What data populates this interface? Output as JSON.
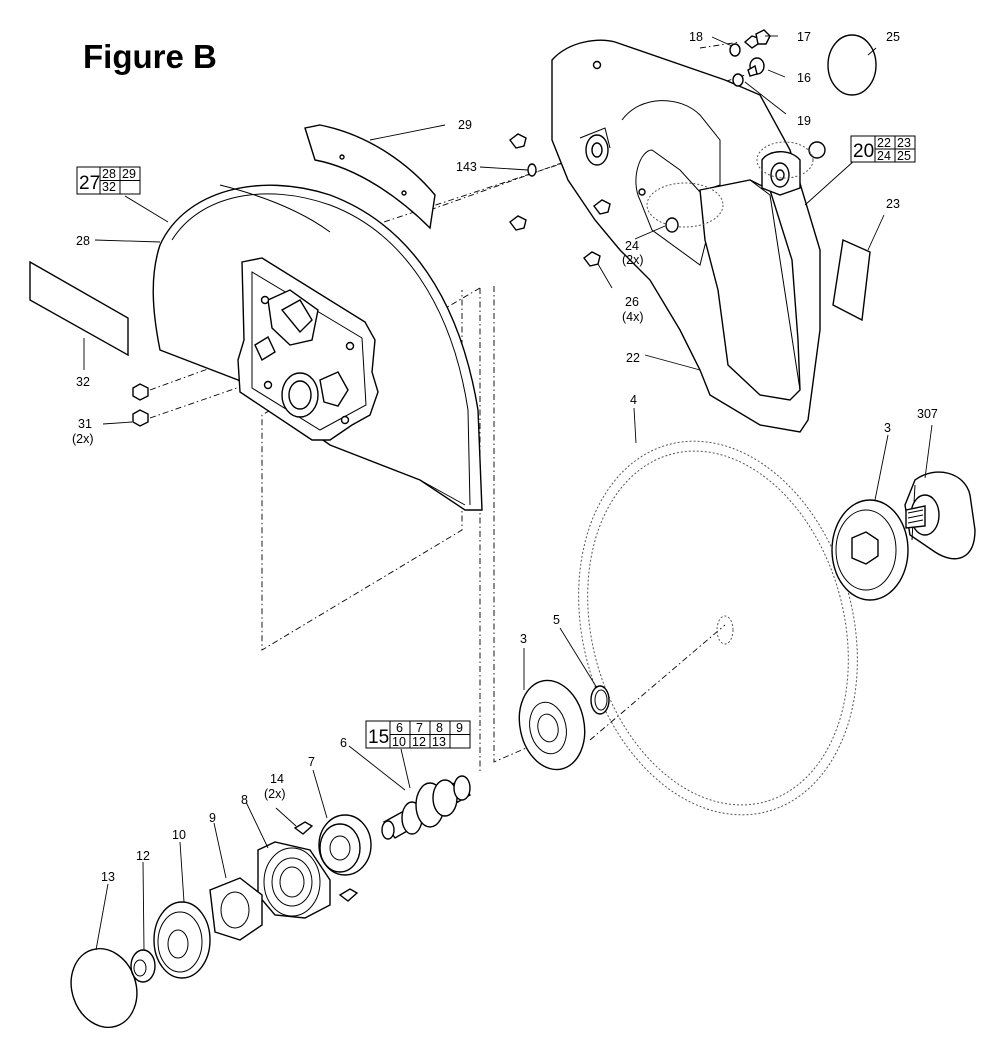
{
  "figure_title": "Figure B",
  "part_labels": {
    "p3_knob": "3",
    "p3_inner": "3",
    "p4": "4",
    "p5": "5",
    "p6": "6",
    "p7": "7",
    "p8": "8",
    "p9": "9",
    "p10": "10",
    "p12": "12",
    "p13": "13",
    "p14": "14",
    "p14_qty": "(2x)",
    "p16": "16",
    "p17": "17",
    "p18": "18",
    "p19": "19",
    "p22": "22",
    "p23": "23",
    "p24": "24",
    "p24_qty": "(2x)",
    "p25": "25",
    "p26": "26",
    "p26_qty": "(4x)",
    "p28": "28",
    "p29": "29",
    "p31": "31",
    "p31_qty": "(2x)",
    "p32": "32",
    "p143": "143",
    "p307": "307"
  },
  "kits": {
    "k27": {
      "main": "27",
      "a": "28",
      "b": "29",
      "c": "32"
    },
    "k20": {
      "main": "20",
      "a": "22",
      "b": "23",
      "c": "24",
      "d": "25"
    },
    "k15": {
      "main": "15",
      "a": "6",
      "b": "7",
      "c": "8",
      "d": "9",
      "e": "10",
      "f": "12",
      "g": "13"
    }
  }
}
